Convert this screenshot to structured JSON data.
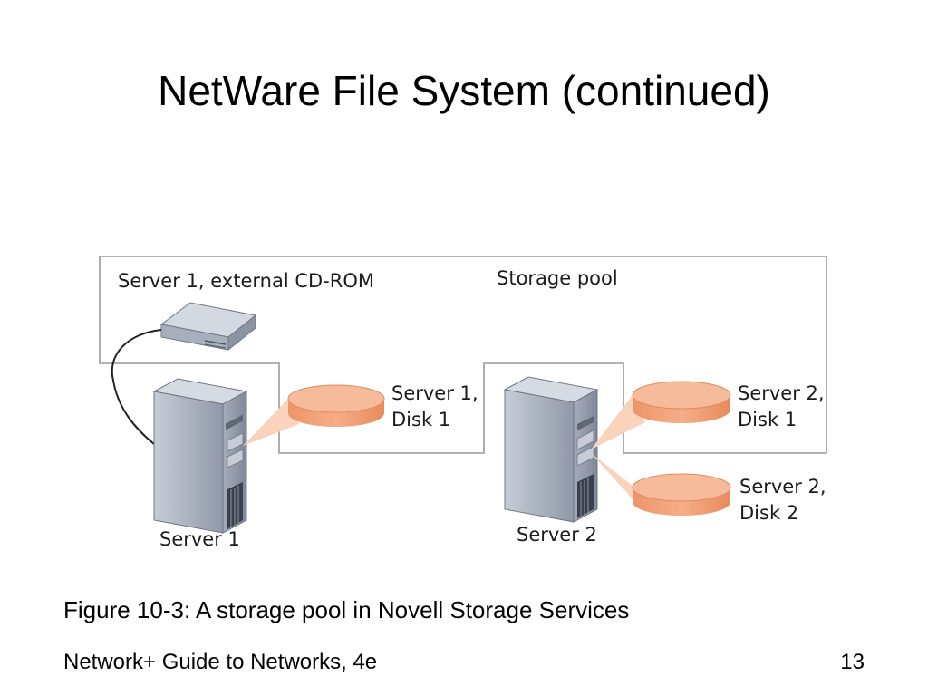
{
  "slide": {
    "title": "NetWare File System (continued)",
    "caption": "Figure 10-3: A storage pool in Novell Storage Services",
    "footer_left": "Network+ Guide to Networks, 4e",
    "page_number": "13"
  },
  "diagram": {
    "labels": {
      "cdrom": "Server 1, external CD-ROM",
      "pool": "Storage pool",
      "s1d1_line1": "Server 1,",
      "s1d1_line2": "Disk 1",
      "s2d1_line1": "Server 2,",
      "s2d1_line2": "Disk 1",
      "s2d2_line1": "Server 2,",
      "s2d2_line2": "Disk 2",
      "server1": "Server 1",
      "server2": "Server 2"
    },
    "colors": {
      "disk_fill": "#f2a27a",
      "disk_top": "#f7bf9f",
      "beam": "#f9d3bc",
      "server_body": "#9aa3b3",
      "server_front": "#b9c0cc",
      "pool_border": "#9a9a9a"
    }
  }
}
